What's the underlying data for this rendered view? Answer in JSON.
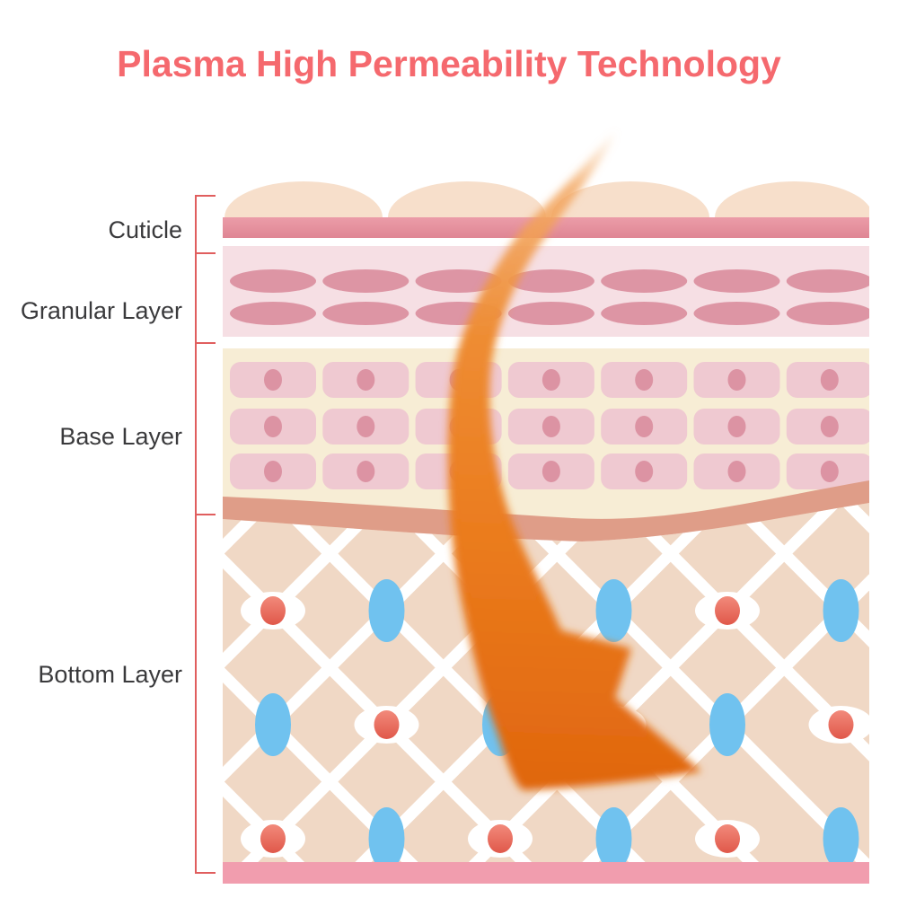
{
  "title": "Plasma High Permeability Technology",
  "diagram": {
    "layers": [
      {
        "id": "cuticle",
        "label": "Cuticle"
      },
      {
        "id": "granular-layer",
        "label": "Granular Layer"
      },
      {
        "id": "base-layer",
        "label": "Base Layer"
      },
      {
        "id": "bottom-layer",
        "label": "Bottom Layer"
      }
    ],
    "domes": 4,
    "granular_pattern": {
      "rows": 2,
      "cols": 7
    },
    "base_pattern": {
      "rows": 3,
      "cols": 7
    },
    "bottom_pattern": {
      "item_rows": 3,
      "item_cols": 6
    },
    "arrow_meaning": "plasma-penetration-arrow"
  },
  "colors": {
    "title": "#F5696E",
    "label": "#3A3A3C",
    "bracket": "#E05E5E",
    "dome": "#F7DFCB",
    "cuticleBand1": "#EB9CA8",
    "cuticleBand2": "#DF8694",
    "granularBg": "#F6DFE4",
    "granularCell": "#DD95A4",
    "baseBg": "#F7EDD5",
    "baseCell": "#EFC9D1",
    "nucleus": "#DC93A3",
    "membrane": "#DF9D88",
    "bottomBg": "#F0D8C5",
    "lattice": "#FFFFFF",
    "blueCell": "#70C2EF",
    "eyeWhite": "#FFFFFF",
    "eyeRedTop": "#F28A7B",
    "eyeRedBottom": "#E0584A",
    "footBand": "#F19DAE",
    "arrowLight": "#F5B97F",
    "arrowMid": "#EE8C33",
    "arrowDeep": "#E0660E"
  }
}
